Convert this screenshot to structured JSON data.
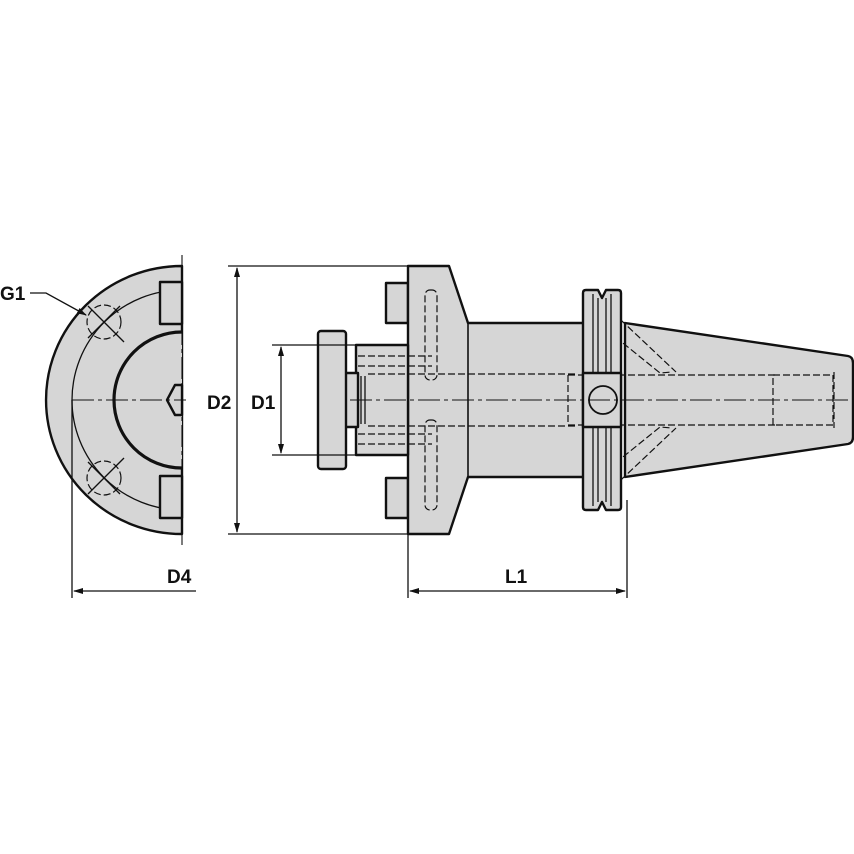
{
  "drawing": {
    "type": "technical-drawing",
    "subject": "tool holder adapter (side view and half end view)",
    "colors": {
      "part_fill": "#d6d6d6",
      "line": "#111111",
      "background": "#ffffff"
    }
  },
  "dimensions": {
    "g1": "G1",
    "d4": "D4",
    "d2": "D2",
    "d1": "D1",
    "l1": "L1"
  }
}
